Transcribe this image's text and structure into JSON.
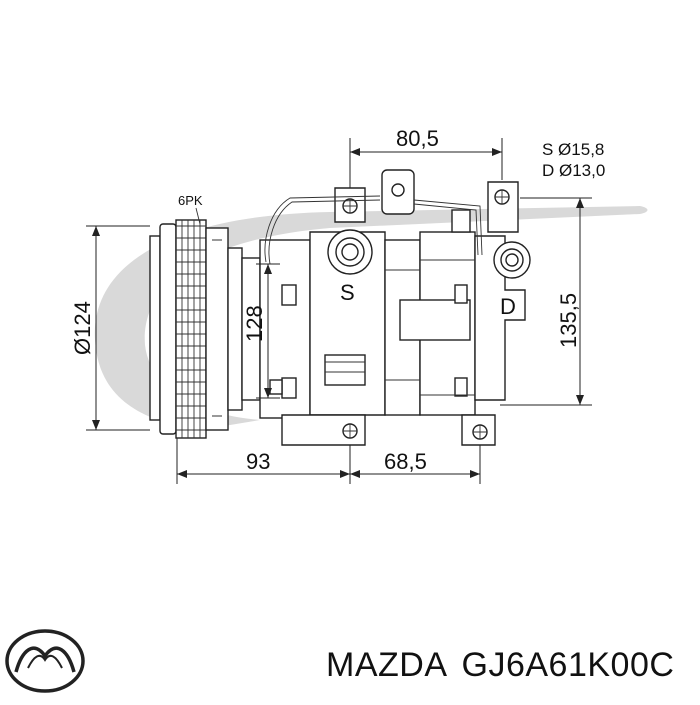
{
  "dimensions": {
    "top_width": "80,5",
    "left_height": "Ø124",
    "inner_height": "128",
    "right_height": "135,5",
    "bottom_left": "93",
    "bottom_right": "68,5",
    "pulley": "6PK"
  },
  "ports": {
    "suction_spec": "S Ø15,8",
    "discharge_spec": "D Ø13,0",
    "suction_label": "S",
    "discharge_label": "D"
  },
  "brand": {
    "name": "MAZDA",
    "part_number": "GJ6A61K00C",
    "watermark_color": "#d9d9d9"
  }
}
